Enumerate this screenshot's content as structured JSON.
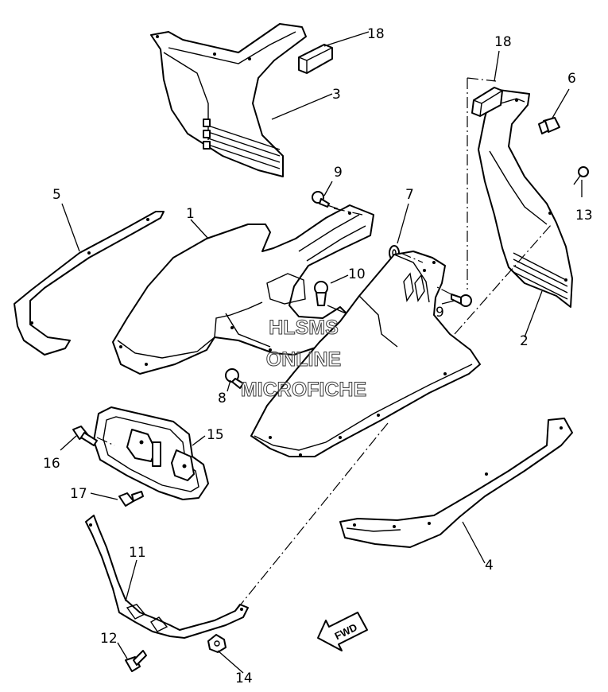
{
  "callouts": {
    "n1": "1",
    "n2": "2",
    "n3": "3",
    "n4": "4",
    "n5": "5",
    "n6": "6",
    "n7": "7",
    "n8": "8",
    "n9a": "9",
    "n9b": "9",
    "n10": "10",
    "n11": "11",
    "n12": "12",
    "n13": "13",
    "n14": "14",
    "n15": "15",
    "n16": "16",
    "n17": "17",
    "n18a": "18",
    "n18b": "18"
  },
  "watermark": {
    "line1": "HLSMS",
    "line2": "ONLINE",
    "line3": "MICROFICHE"
  },
  "fwd": {
    "label": "FWD"
  }
}
